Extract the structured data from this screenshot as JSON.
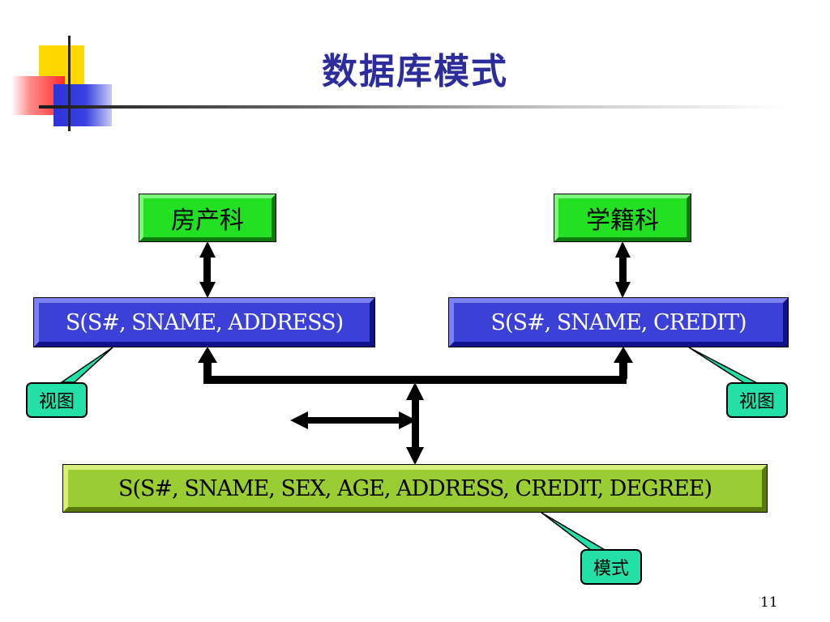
{
  "title": "数据库模式",
  "apps": {
    "left": "房产科",
    "right": "学籍科"
  },
  "views": {
    "left": "S(S#, SNAME, ADDRESS)",
    "right": "S(S#, SNAME, CREDIT)"
  },
  "schema": "S(S#, SNAME, SEX, AGE, ADDRESS, CREDIT, DEGREE)",
  "callouts": {
    "view_left": "视图",
    "view_right": "视图",
    "schema": "模式"
  },
  "page_number": "11",
  "colors": {
    "title": "#2c2c9c",
    "app_box": "#22e022",
    "view_box": "#3a40d8",
    "schema_box": "#9acd32",
    "callout": "#22e0a8"
  }
}
